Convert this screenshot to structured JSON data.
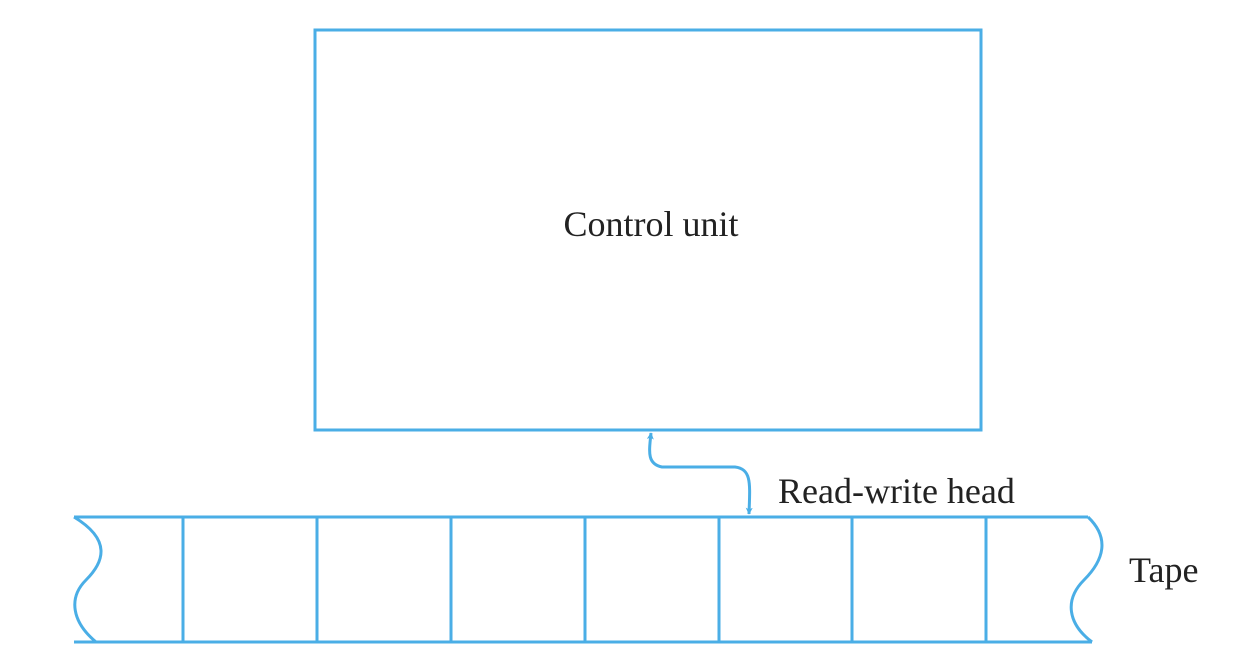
{
  "diagram": {
    "control_unit": {
      "label": "Control unit"
    },
    "head": {
      "label": "Read-write head"
    },
    "tape": {
      "label": "Tape"
    }
  },
  "colors": {
    "stroke": "#4aaee6",
    "text": "#222222"
  }
}
